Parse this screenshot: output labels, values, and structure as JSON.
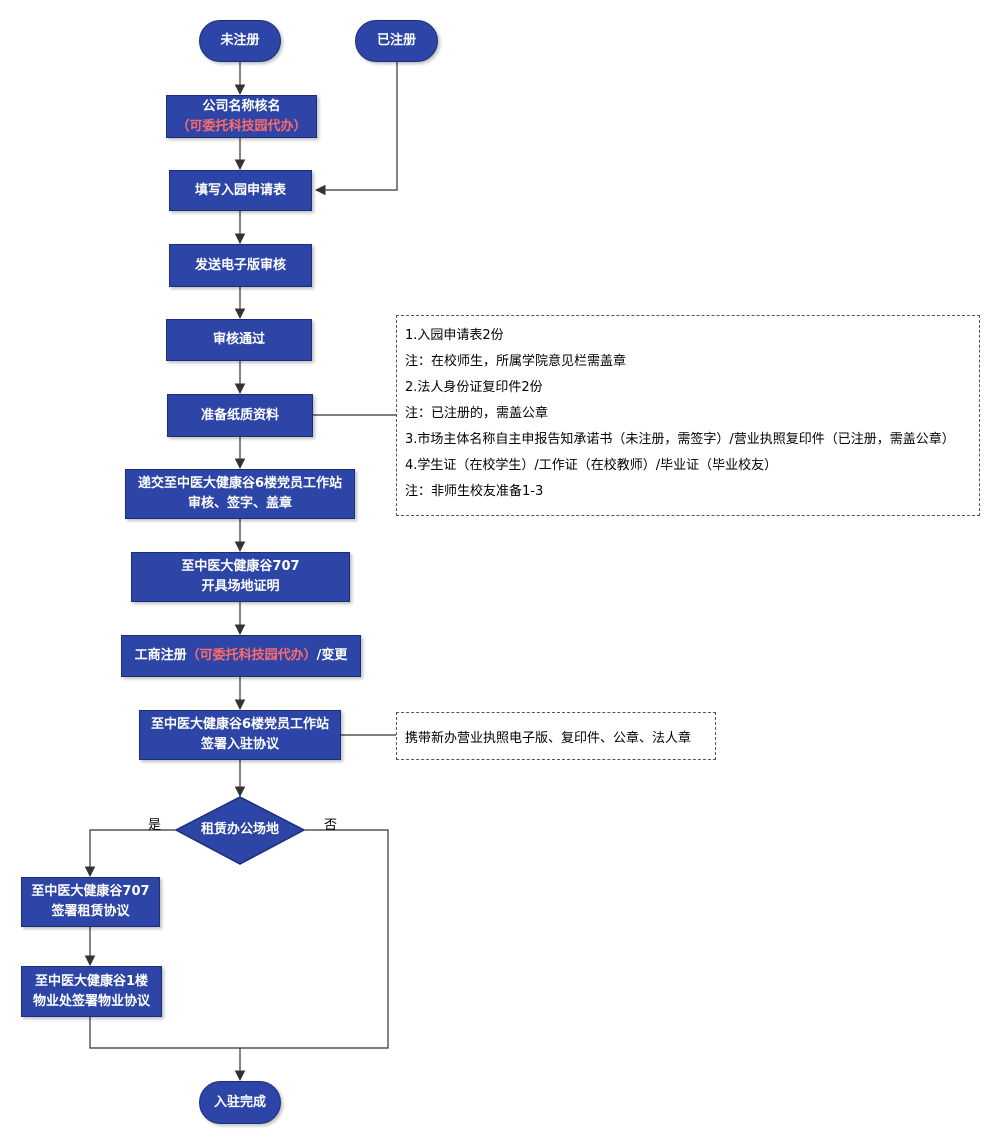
{
  "nodes": {
    "unregistered": "未注册",
    "registered": "已注册",
    "name_check": {
      "line1": "公司名称核名",
      "line2": "（可委托科技园代办）"
    },
    "fill_form": "填写入园申请表",
    "send_review": "发送电子版审核",
    "approved": "审核通过",
    "prepare_docs": "准备纸质资料",
    "submit_station": {
      "line1": "递交至中医大健康谷6楼党员工作站",
      "line2": "审核、签字、盖章"
    },
    "site_cert": {
      "line1": "至中医大健康谷707",
      "line2": "开具场地证明"
    },
    "business_reg": {
      "part1": "工商注册",
      "part2": "（可委托科技园代办）",
      "part3": "/变更"
    },
    "sign_agreement": {
      "line1": "至中医大健康谷6楼党员工作站",
      "line2": "签署入驻协议"
    },
    "rent_office": "租赁办公场地",
    "lease": {
      "line1": "至中医大健康谷707",
      "line2": "签署租赁协议"
    },
    "property": {
      "line1": "至中医大健康谷1楼",
      "line2": "物业处签署物业协议"
    },
    "complete": "入驻完成"
  },
  "decision_labels": {
    "yes": "是",
    "no": "否"
  },
  "notes": {
    "documents": [
      "1.入园申请表2份",
      "注：在校师生，所属学院意见栏需盖章",
      "2.法人身份证复印件2份",
      "注：已注册的，需盖公章",
      "3.市场主体名称自主申报告知承诺书（未注册，需签字）/营业执照复印件（已注册，需盖公章）",
      "4.学生证（在校学生）/工作证（在校教师）/毕业证（毕业校友）",
      "注：非师生校友准备1-3"
    ],
    "carry": "携带新办营业执照电子版、复印件、公章、法人章"
  },
  "colors": {
    "node_fill": "#2c45a6",
    "node_border": "#1c2e7a",
    "highlight": "#ff6b6b",
    "line": "#333333"
  }
}
